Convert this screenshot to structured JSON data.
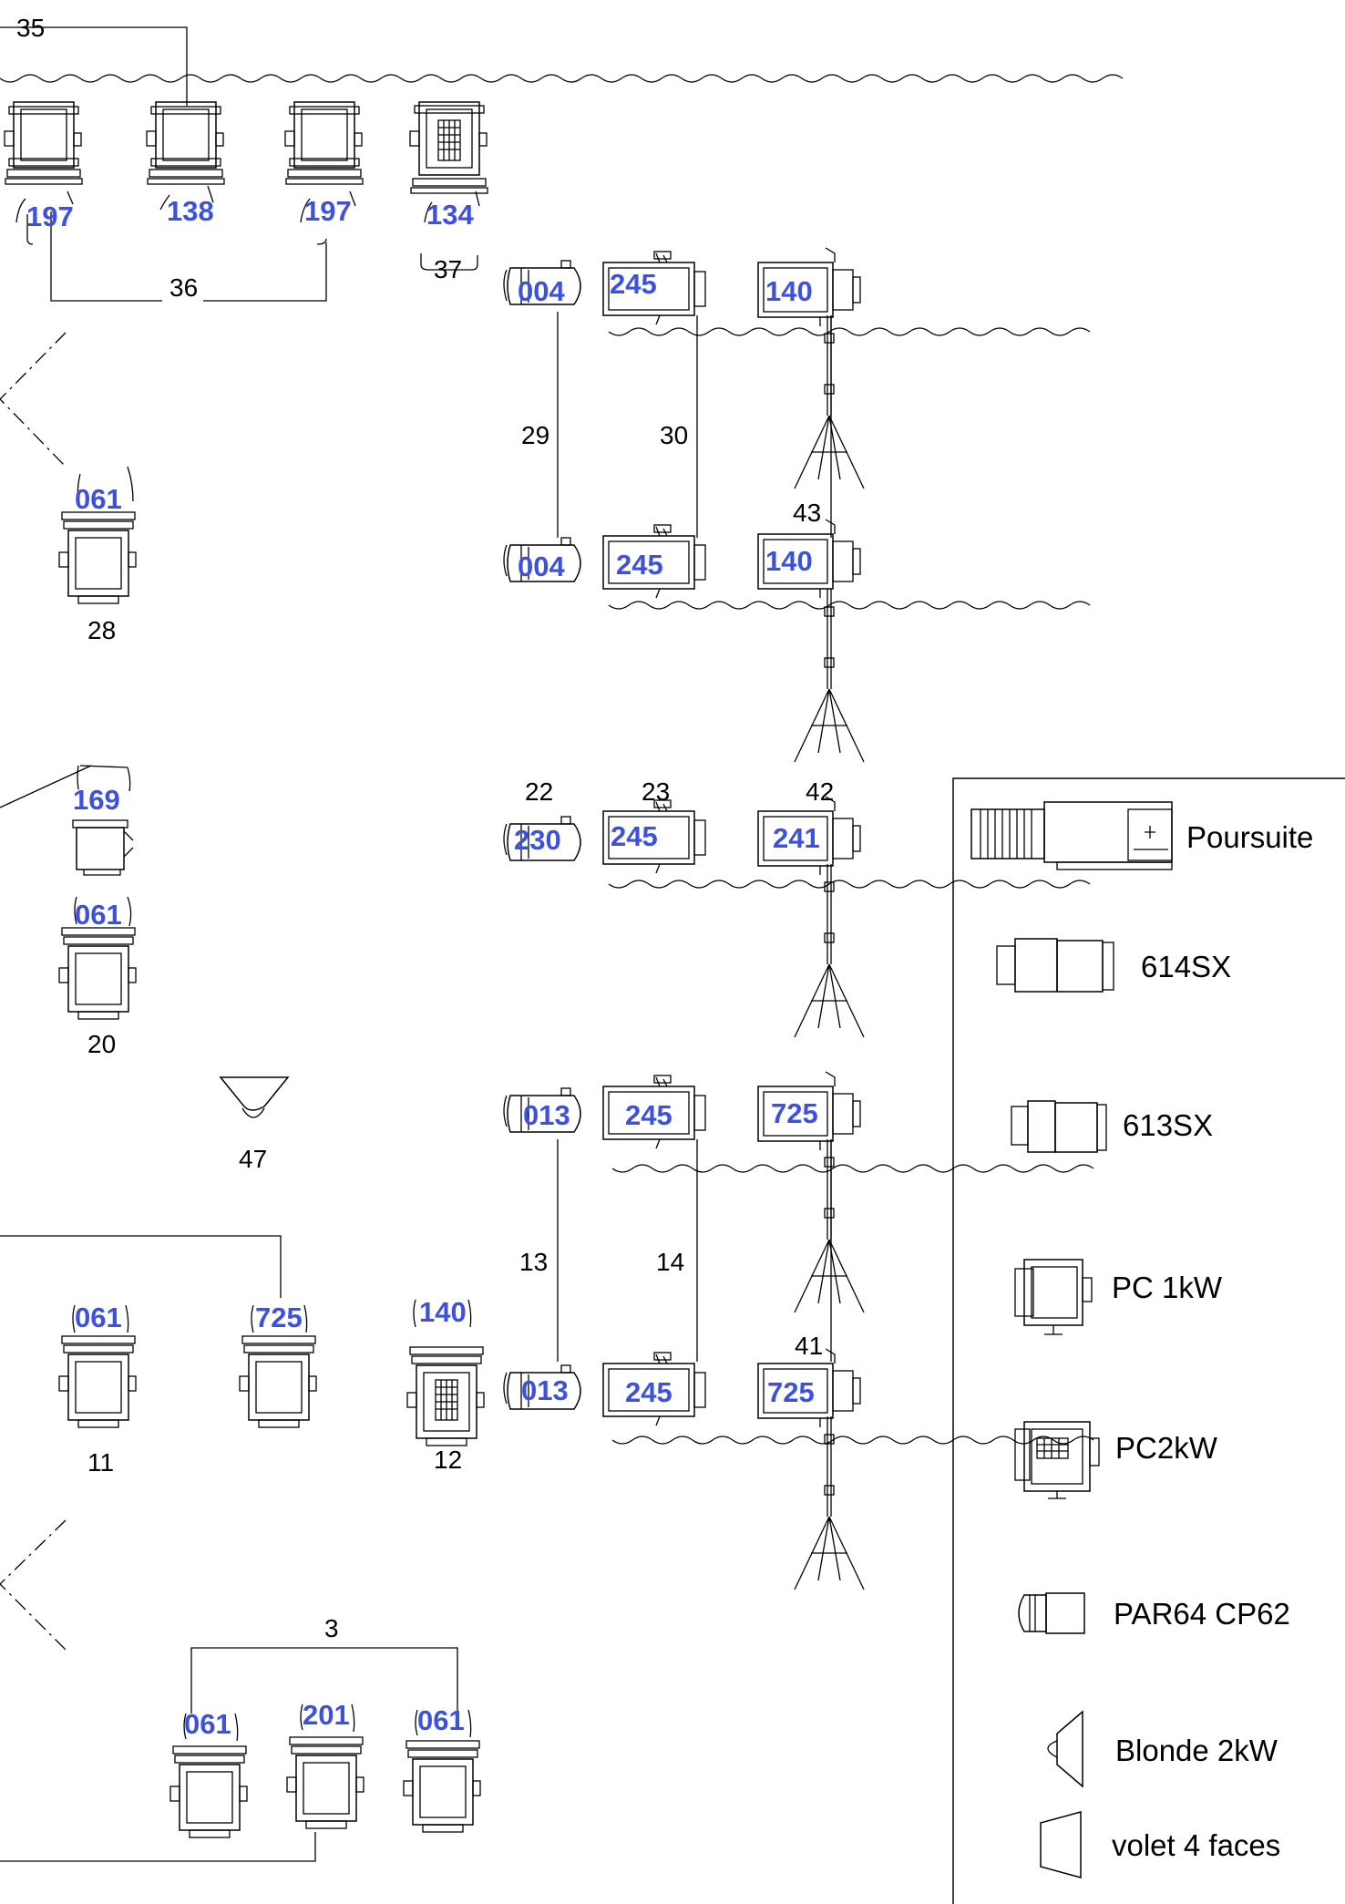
{
  "circuit_labels": {
    "c35": "35",
    "c36": "36",
    "c37": "37",
    "c29": "29",
    "c30": "30",
    "c43": "43",
    "c28": "28",
    "c22": "22",
    "c23": "23",
    "c42": "42",
    "c20": "20",
    "c47": "47",
    "c13": "13",
    "c14": "14",
    "c41": "41",
    "c11": "11",
    "c12": "12",
    "c3": "3"
  },
  "gels": {
    "g_row1_a": "197",
    "g_row1_b": "138",
    "g_row1_c": "197",
    "g_row1_d": "134",
    "g_t1_par": "004",
    "g_t1_614": "245",
    "g_t1_pc": "140",
    "g_t2_par": "004",
    "g_t2_614": "245",
    "g_t2_pc": "140",
    "g_28": "061",
    "g_169": "169",
    "g_20": "061",
    "g_t3_par": "230",
    "g_t3_614": "245",
    "g_t3_pc": "241",
    "g_t4_par": "013",
    "g_t4_614": "245",
    "g_t4_pc": "725",
    "g_t5_par": "013",
    "g_t5_614": "245",
    "g_t5_pc": "725",
    "g_11": "061",
    "g_725": "725",
    "g_12": "140",
    "g_b1": "061",
    "g_b2": "201",
    "g_b3": "061"
  },
  "legend": {
    "poursuite": "Poursuite",
    "sx614": "614SX",
    "sx613": "613SX",
    "pc1kw": "PC 1kW",
    "pc2kw": "PC2kW",
    "par64": "PAR64 CP62",
    "blonde": "Blonde 2kW",
    "volet": "volet 4 faces"
  },
  "colors": {
    "gel_text": "#3c51e0",
    "line": "#000000",
    "background": "#ffffff"
  }
}
